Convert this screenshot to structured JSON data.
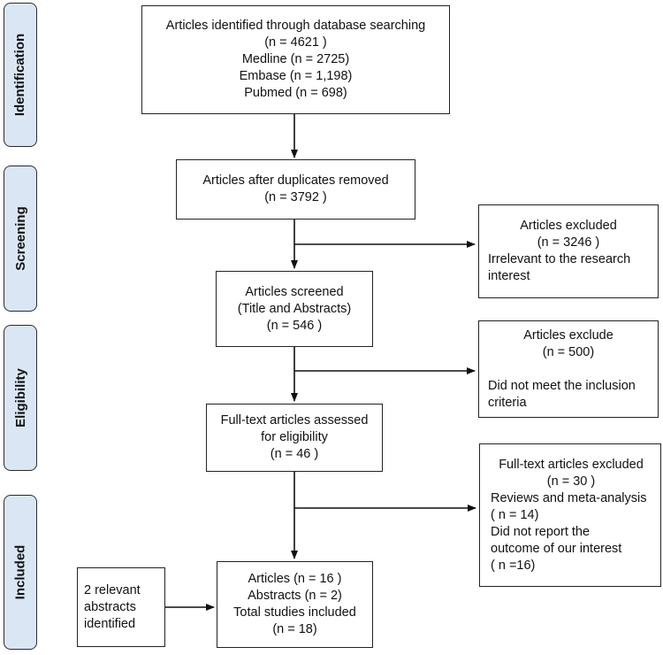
{
  "phases": {
    "identification": "Identification",
    "screening": "Screening",
    "eligibility": "Eligibility",
    "included": "Included"
  },
  "identified": {
    "title": "Articles identified through database searching",
    "total": "(n = 4621 )",
    "medline": "Medline (n = 2725)",
    "embase": "Embase (n = 1,198)",
    "pubmed": "Pubmed (n = 698)"
  },
  "deduplicated": {
    "title": "Articles after duplicates removed",
    "count": "(n = 3792 )"
  },
  "excluded_1": {
    "title": "Articles excluded",
    "count": "(n = 3246 )",
    "reason_line1": "Irrelevant to the research",
    "reason_line2": "interest"
  },
  "screened": {
    "title": "Articles screened",
    "subtitle": "(Title and Abstracts)",
    "count": "(n = 546 )"
  },
  "excluded_2": {
    "title": "Articles exclude",
    "count": "(n = 500)",
    "reason_line1": "Did not meet the inclusion",
    "reason_line2": "criteria"
  },
  "fulltext": {
    "title_line1": "Full-text articles assessed",
    "title_line2": "for eligibility",
    "count": "(n = 46 )"
  },
  "excluded_3": {
    "title": "Full-text articles excluded",
    "count": "(n = 30 )",
    "reason1": "Reviews and meta-analysis",
    "reason1_count": "( n = 14)",
    "reason2_line1": "Did not report the",
    "reason2_line2": "outcome of our interest",
    "reason2_count": "( n =16)"
  },
  "abstracts": {
    "line1": "2 relevant",
    "line2": "abstracts",
    "line3": "identified"
  },
  "included": {
    "articles": "Articles  (n = 16 )",
    "abstracts": "Abstracts (n = 2)",
    "total_label": "Total studies included",
    "total_count": "(n = 18)"
  }
}
